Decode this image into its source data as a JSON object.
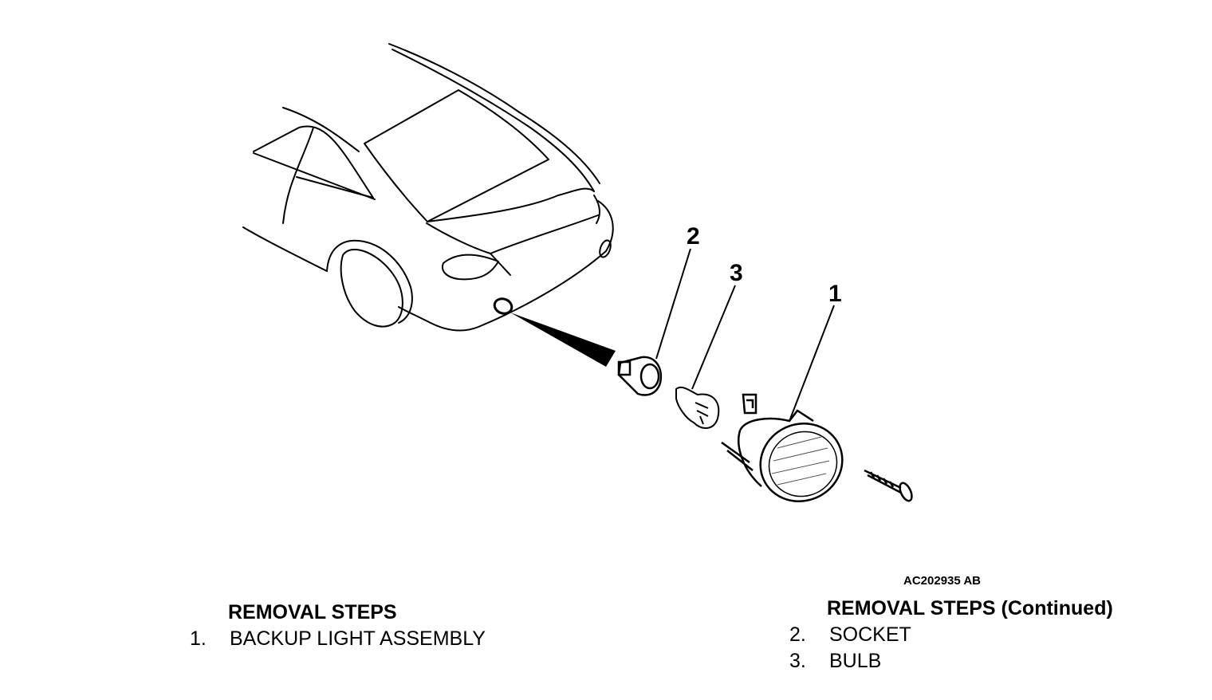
{
  "diagram": {
    "callouts": [
      {
        "id": "callout-1",
        "label": "1"
      },
      {
        "id": "callout-2",
        "label": "2"
      },
      {
        "id": "callout-3",
        "label": "3"
      }
    ],
    "figure_code": "AC202935 AB"
  },
  "removal_steps": {
    "heading": "REMOVAL STEPS",
    "items": [
      {
        "num": "1.",
        "label": "BACKUP LIGHT ASSEMBLY"
      }
    ]
  },
  "removal_steps_continued": {
    "heading": "REMOVAL STEPS (Continued)",
    "items": [
      {
        "num": "2.",
        "label": "SOCKET"
      },
      {
        "num": "3.",
        "label": "BULB"
      }
    ]
  }
}
